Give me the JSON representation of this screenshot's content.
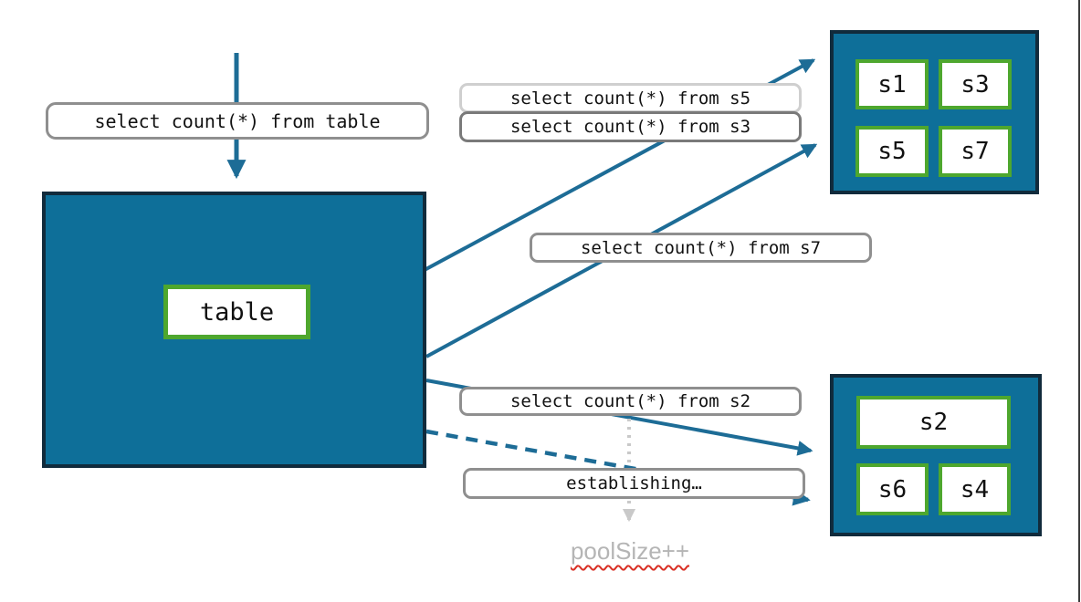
{
  "colors": {
    "shard_box_fill": "#0e6f99",
    "shard_box_border": "#112b3c",
    "inner_box_border_green": "#4ea72e",
    "arrow_teal": "#1d6c96",
    "label_border_gray": "#8f8f8f",
    "label_border_light": "#cfcfcf",
    "label_border_dark": "#7a7a7a",
    "dotted_arrow_gray": "#c9c9c9",
    "pool_note_text": "#b5b5b5",
    "spellcheck_squiggle": "#d93025"
  },
  "incoming": {
    "query": "select count(*) from table"
  },
  "table_box": {
    "label": "table"
  },
  "fanout_queries": {
    "s5": "select count(*) from s5",
    "s3": "select count(*) from s3",
    "s7": "select count(*) from s7",
    "s2": "select count(*) from s2"
  },
  "status_label": "establishing…",
  "pool_note": "poolSize++",
  "shard_group_top": {
    "cells": [
      "s1",
      "s3",
      "s5",
      "s7"
    ]
  },
  "shard_group_bottom": {
    "cells": [
      "s2",
      "s6",
      "s4"
    ]
  }
}
